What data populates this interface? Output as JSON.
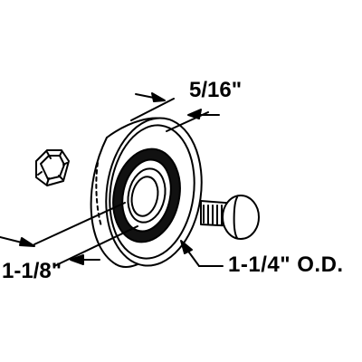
{
  "diagram": {
    "dimensions": {
      "width_label": "5/16\"",
      "bore_label": "1-1/8\"",
      "outer_diameter_label": "1-1/4\" O.D."
    },
    "colors": {
      "line": "#000000",
      "background": "#ffffff",
      "bearing_ring": "#111111"
    }
  }
}
